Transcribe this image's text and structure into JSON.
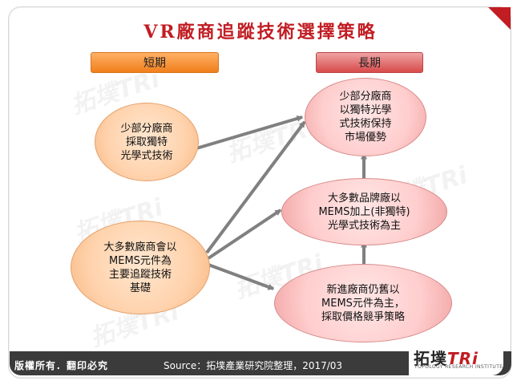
{
  "title": "VR廠商追蹤技術選擇策略",
  "headers": {
    "short": "短期",
    "long": "長期"
  },
  "nodes": {
    "short_1": "少部分廠商\n採取獨特\n光學式技術",
    "short_2": "大多數廠商會以\nMEMS元件為\n主要追蹤技術\n基礎",
    "long_top": "少部分廠商\n以獨特光學\n式技術保持\n市場優勢",
    "long_mid": "大多數品牌廠以\nMEMS加上(非獨特)\n光學式技術為主",
    "long_bottom": "新進廠商仍舊以\nMEMS元件為主，\n採取價格競爭策略"
  },
  "watermark": {
    "logo": "拓墣TRi",
    "tagline": "TOPOLOGY RESEARCH INSTITUTE"
  },
  "footer": {
    "copyright": "版權所有．翻印必究",
    "source": "Source：拓墣產業研究院整理，2017/03",
    "logo_text": "拓墣",
    "logo_accent": "TRi",
    "logo_sub": "TOPOLOGY RESEARCH INSTITUTE"
  },
  "colors": {
    "title": "#c11d23",
    "arrow": "#808080",
    "short_accent": "#f07f1b",
    "long_accent": "#d84b4b"
  }
}
